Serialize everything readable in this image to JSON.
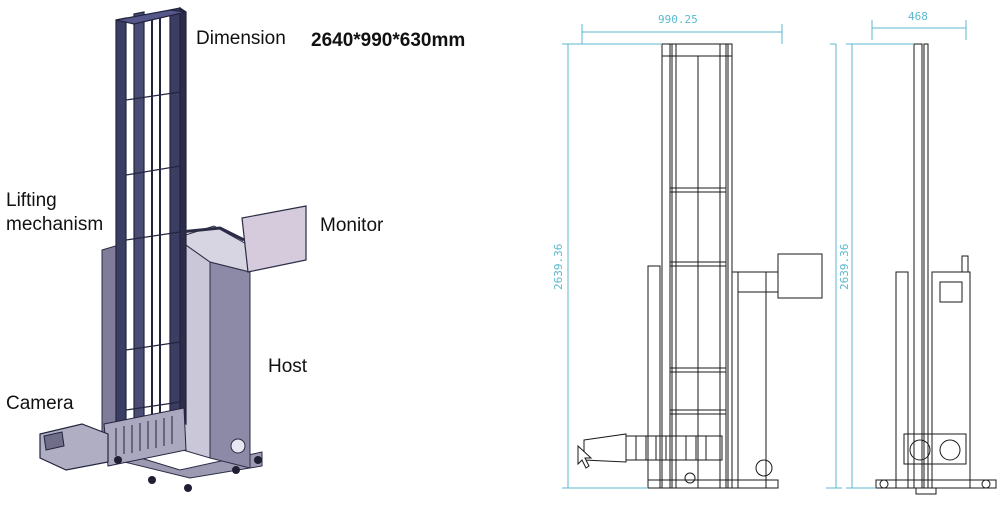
{
  "left_view": {
    "dimension_title": "Dimension",
    "dimension_value": "2640*990*630mm",
    "labels": {
      "lifting": [
        "Lifting",
        "mechanism"
      ],
      "monitor": "Monitor",
      "host": "Host",
      "camera": "Camera"
    }
  },
  "right_view": {
    "front_width": "990.25",
    "front_height": "2639.36",
    "front_height_2": "2639.36",
    "side_width": "468"
  },
  "colors": {
    "frame": "#3b3d63",
    "frame_dark": "#23253f",
    "panel": "#b9b7cc",
    "monitor": "#d5cbdc",
    "dimension": "#5bb9cf",
    "drawing": "#1a1a1a"
  }
}
